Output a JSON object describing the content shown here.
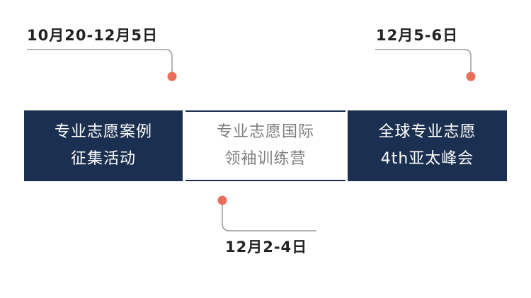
{
  "timeline": {
    "stages": [
      {
        "lines": [
          "专业志愿案例",
          "征集活动"
        ],
        "date": "10月20-12月5日"
      },
      {
        "lines": [
          "专业志愿国际",
          "领袖训练营"
        ],
        "date": "12月2-4日"
      },
      {
        "lines": [
          "全球专业志愿",
          "4th亚太峰会"
        ],
        "date": "12月5-6日"
      }
    ]
  },
  "colors": {
    "navy": "#1b3050",
    "accent_dot": "#e8705b",
    "connector_line": "#9a9a9a",
    "muted_text": "#7d7d7d"
  }
}
